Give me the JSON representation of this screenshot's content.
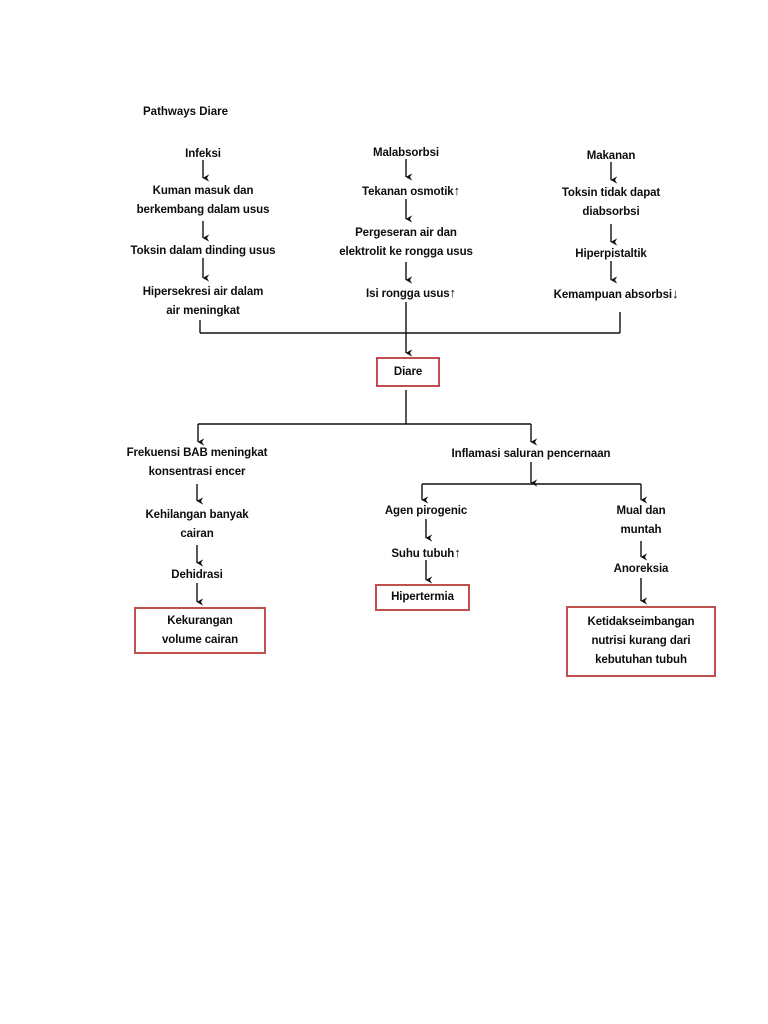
{
  "diagram": {
    "title": "Pathways Diare",
    "accent_color": "#c0504d",
    "text_color": "#0d0d0d",
    "background": "#ffffff",
    "type": "flowchart"
  },
  "columns": {
    "left": {
      "n1": "Infeksi",
      "n2": "Kuman masuk dan\nberkembang dalam usus",
      "n3": "Toksin dalam dinding usus",
      "n4": "Hipersekresi air dalam\nair meningkat"
    },
    "middle": {
      "n1": "Malabsorbsi",
      "n2": "Tekanan osmotik",
      "n2_arrow": "↑",
      "n3": "Pergeseran air dan\nelektrolit ke rongga usus",
      "n4": "Isi rongga usus",
      "n4_arrow": "↑"
    },
    "right": {
      "n1": "Makanan",
      "n2": "Toksin tidak dapat\ndiabsorbsi",
      "n3": "Hiperpistaltik",
      "n4": "Kemampuan absorbsi",
      "n4_arrow": "↓"
    }
  },
  "central": {
    "label": "Diare"
  },
  "branch_left": {
    "n1": "Frekuensi BAB meningkat\nkonsentrasi encer",
    "n2": "Kehilangan banyak\ncairan",
    "n3": "Dehidrasi",
    "outcome": "Kekurangan\nvolume cairan"
  },
  "branch_right": {
    "n1": "Inflamasi saluran pencernaan",
    "sub_left": {
      "n1": "Agen pirogenic",
      "n2": "Suhu tubuh",
      "n2_arrow": "↑",
      "outcome": "Hipertermia"
    },
    "sub_right": {
      "n1": "Mual dan\nmuntah",
      "n2": "Anoreksia",
      "outcome": "Ketidakseimbangan\nnutrisi kurang dari\nkebutuhan tubuh"
    }
  }
}
